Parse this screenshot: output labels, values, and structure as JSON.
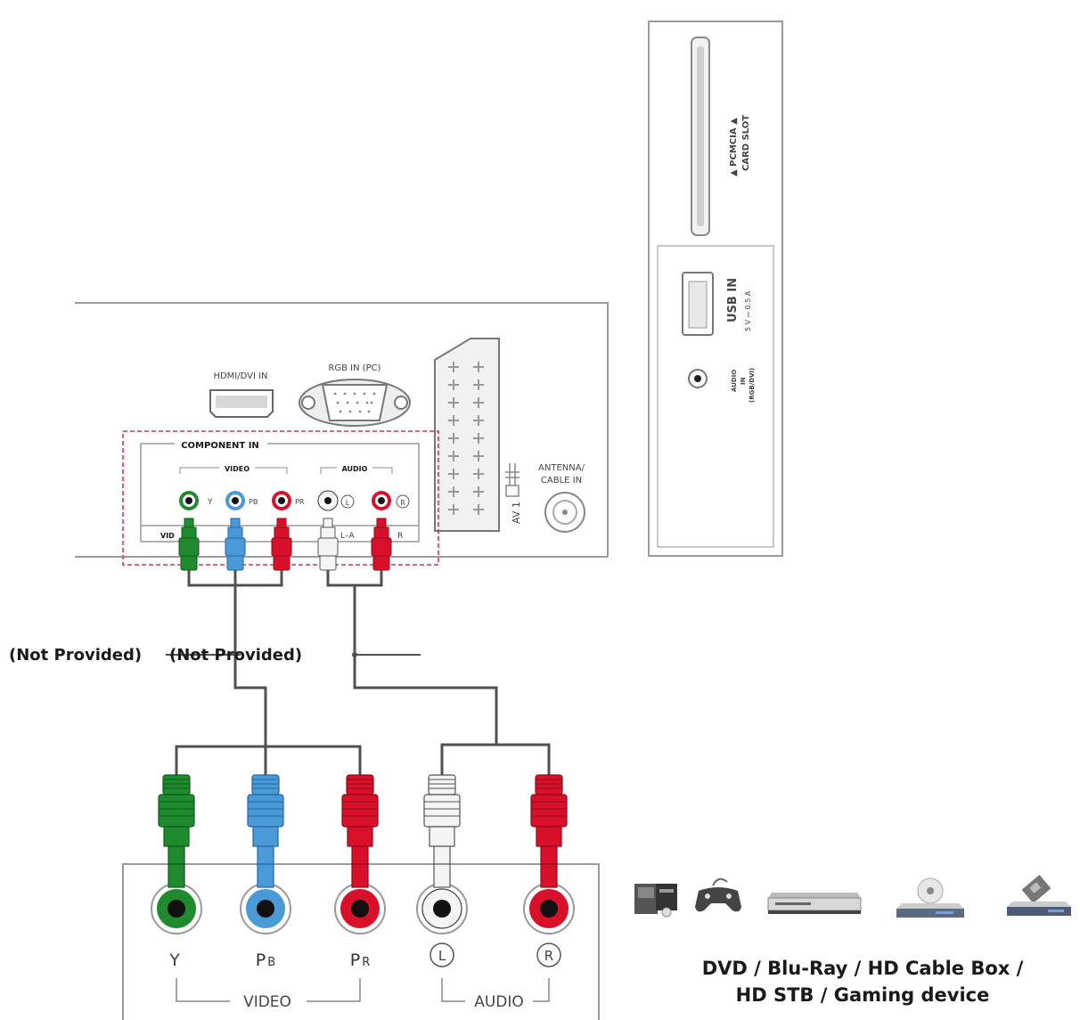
{
  "side_panel": {
    "pcmcia_line1": "▲ PCMCIA ▲",
    "pcmcia_line2": "CARD SLOT",
    "usb_label": "USB IN",
    "usb_rating": "5 V ⎓ 0.5 A",
    "audio_in_line1": "AUDIO",
    "audio_in_line2": "IN",
    "audio_in_line3": "(RGB/DVI)"
  },
  "rear_panel": {
    "hdmi_label": "HDMI/DVI IN",
    "rgb_label": "RGB IN (PC)",
    "av1_label": "AV 1",
    "antenna_line1": "ANTENNA/",
    "antenna_line2": "CABLE IN",
    "component_title": "COMPONENT IN",
    "video_group": "VIDEO",
    "audio_group": "AUDIO",
    "y": "Y",
    "pb": "PB",
    "pr": "PR",
    "l": "L",
    "r": "R",
    "partial_bottom_video": "VID",
    "partial_bottom_audio": "L–A",
    "partial_bottom_r": "R"
  },
  "cables": {
    "not_provided_1": "(Not Provided)",
    "not_provided_2": "(Not Provided)"
  },
  "device_panel": {
    "y": "Y",
    "pb_main": "P",
    "pb_sub": "B",
    "pr_main": "P",
    "pr_sub": "R",
    "l": "L",
    "r": "R",
    "video_group": "VIDEO",
    "audio_group": "AUDIO"
  },
  "devices": {
    "caption_line1": "DVD / Blu-Ray / HD Cable Box /",
    "caption_line2": "HD STB / Gaming device",
    "icons": [
      "pc-tower-icon",
      "gamepad-icon",
      "dvd-player-icon",
      "blu-ray-player-icon",
      "set-top-box-icon"
    ]
  },
  "colors": {
    "green": "#1f8a2e",
    "blue": "#4a9ad8",
    "red": "#d8102a",
    "white": "#f4f4f4",
    "dashed_box": "#d23a4a"
  }
}
